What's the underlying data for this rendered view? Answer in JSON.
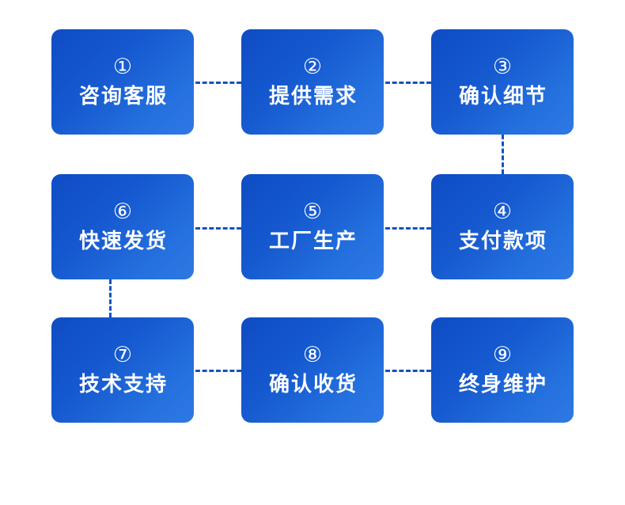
{
  "diagram": {
    "title": "Order process flowchart",
    "type": "flowchart",
    "accent_color": "#1252c2",
    "card_gradient_start": "#0f4cc4",
    "card_gradient_end": "#2e79e4",
    "card_text_color": "#ffffff",
    "background_color": "#ffffff",
    "steps": [
      {
        "number": "①",
        "number_plain": "1",
        "label": "咨询客服",
        "row": 1,
        "col": 1
      },
      {
        "number": "②",
        "number_plain": "2",
        "label": "提供需求",
        "row": 1,
        "col": 2
      },
      {
        "number": "③",
        "number_plain": "3",
        "label": "确认细节",
        "row": 1,
        "col": 3
      },
      {
        "number": "④",
        "number_plain": "4",
        "label": "支付款项",
        "row": 2,
        "col": 3
      },
      {
        "number": "⑤",
        "number_plain": "5",
        "label": "工厂生产",
        "row": 2,
        "col": 2
      },
      {
        "number": "⑥",
        "number_plain": "6",
        "label": "快速发货",
        "row": 2,
        "col": 1
      },
      {
        "number": "⑦",
        "number_plain": "7",
        "label": "技术支持",
        "row": 3,
        "col": 1
      },
      {
        "number": "⑧",
        "number_plain": "8",
        "label": "确认收货",
        "row": 3,
        "col": 2
      },
      {
        "number": "⑨",
        "number_plain": "9",
        "label": "终身维护",
        "row": 3,
        "col": 3
      }
    ],
    "connectors": [
      {
        "from": "1",
        "to": "2",
        "orientation": "horizontal",
        "style": "dashed"
      },
      {
        "from": "2",
        "to": "3",
        "orientation": "horizontal",
        "style": "dashed"
      },
      {
        "from": "3",
        "to": "4",
        "orientation": "vertical",
        "style": "dashed"
      },
      {
        "from": "4",
        "to": "5",
        "orientation": "horizontal",
        "style": "dashed"
      },
      {
        "from": "5",
        "to": "6",
        "orientation": "horizontal",
        "style": "dashed"
      },
      {
        "from": "6",
        "to": "7",
        "orientation": "vertical",
        "style": "dashed"
      },
      {
        "from": "7",
        "to": "8",
        "orientation": "horizontal",
        "style": "dashed"
      },
      {
        "from": "8",
        "to": "9",
        "orientation": "horizontal",
        "style": "dashed"
      }
    ]
  }
}
